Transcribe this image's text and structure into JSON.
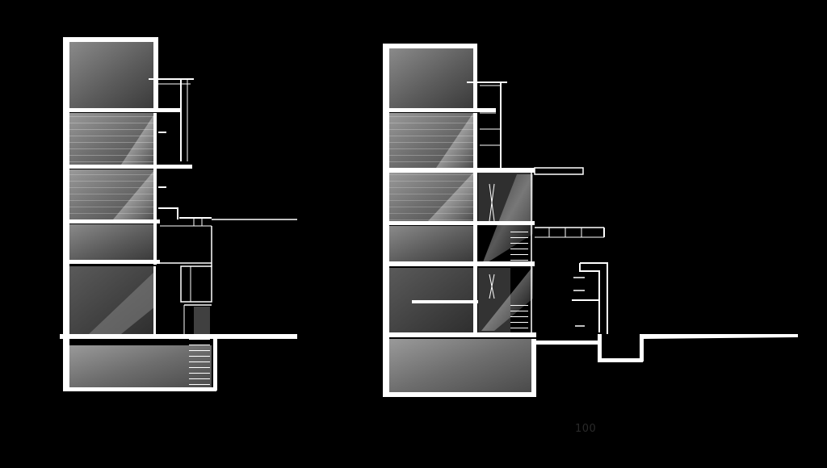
{
  "drawing": {
    "background": "#000000",
    "line_color": "#ffffff",
    "section_left_name": "building-section-left",
    "section_right_name": "building-section-right",
    "scale_text": "100"
  }
}
